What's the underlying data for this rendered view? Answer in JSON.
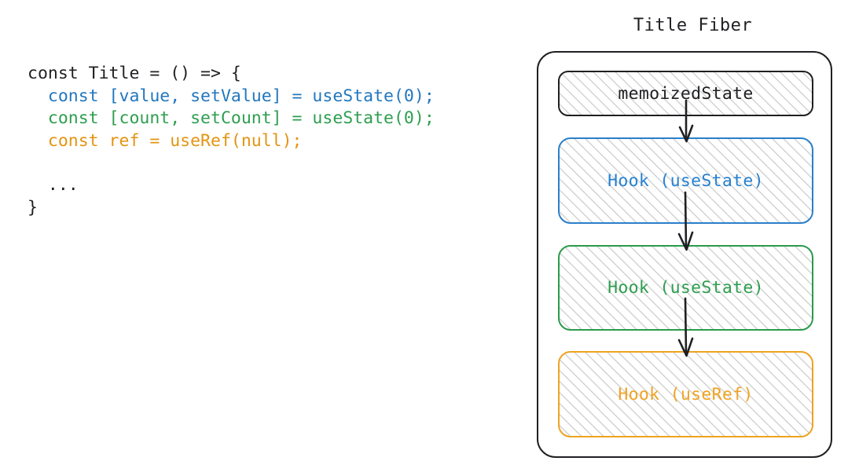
{
  "code": {
    "lines": [
      {
        "text": "const Title = () => {",
        "color": "dark"
      },
      {
        "text": "  const [value, setValue] = useState(0);",
        "color": "blue"
      },
      {
        "text": "  const [count, setCount] = useState(0);",
        "color": "green"
      },
      {
        "text": "  const ref = useRef(null);",
        "color": "orange"
      },
      {
        "text": "",
        "color": "dark"
      },
      {
        "text": "  ...",
        "color": "dark"
      },
      {
        "text": "}",
        "color": "dark"
      }
    ]
  },
  "diagram": {
    "title": "Title Fiber",
    "container_label": "Title Fiber",
    "boxes": [
      {
        "id": "memoized",
        "label": "memoizedState",
        "color": "#1f2023"
      },
      {
        "id": "hook-usestate-1",
        "label": "Hook (useState)",
        "color": "#2681d0"
      },
      {
        "id": "hook-usestate-2",
        "label": "Hook (useState)",
        "color": "#2e9e4f"
      },
      {
        "id": "hook-useref",
        "label": "Hook (useRef)",
        "color": "#f0a323"
      }
    ],
    "arrows": [
      {
        "from": "memoizedState",
        "to": "Hook (useState)"
      },
      {
        "from": "Hook (useState)",
        "to": "Hook (useState)"
      },
      {
        "from": "Hook (useState)",
        "to": "Hook (useRef)"
      }
    ]
  },
  "colors": {
    "ink": "#1f2023",
    "blue": "#2681d0",
    "green": "#2e9e4f",
    "orange": "#f0a323",
    "hatch": "#d2d2d2",
    "background": "#ffffff"
  }
}
